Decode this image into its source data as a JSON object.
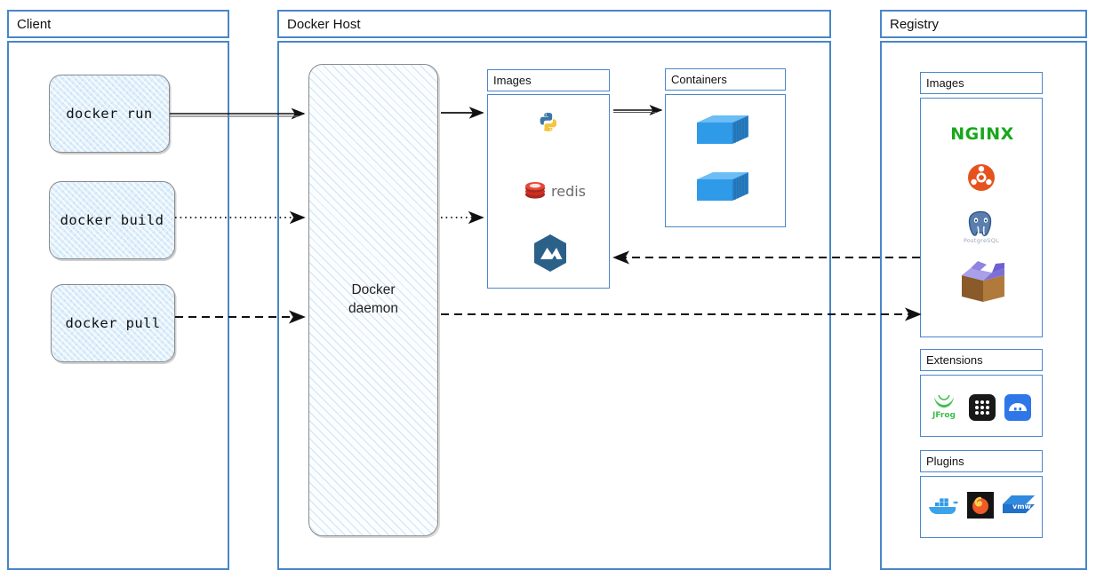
{
  "panels": {
    "client": {
      "title": "Client"
    },
    "docker_host": {
      "title": "Docker Host"
    },
    "registry": {
      "title": "Registry"
    }
  },
  "client": {
    "commands": [
      {
        "label": "docker run",
        "line_style": "solid"
      },
      {
        "label": "docker build",
        "line_style": "dotted"
      },
      {
        "label": "docker pull",
        "line_style": "dashed"
      }
    ]
  },
  "docker_host": {
    "daemon": {
      "line1": "Docker",
      "line2": "daemon"
    },
    "images": {
      "title": "Images",
      "items": [
        {
          "name": "python-icon",
          "label": ""
        },
        {
          "name": "redis-icon",
          "label": "redis"
        },
        {
          "name": "hexagon-mountain-icon",
          "label": ""
        }
      ]
    },
    "containers": {
      "title": "Containers",
      "items": [
        {
          "name": "shipping-container-icon"
        },
        {
          "name": "shipping-container-icon"
        }
      ]
    }
  },
  "registry": {
    "images": {
      "title": "Images",
      "items": [
        {
          "name": "nginx-icon",
          "label": "NGINX"
        },
        {
          "name": "ubuntu-icon",
          "label": ""
        },
        {
          "name": "postgresql-icon",
          "label": "PostgreSQL"
        },
        {
          "name": "cardboard-box-icon",
          "label": ""
        }
      ]
    },
    "extensions": {
      "title": "Extensions",
      "items": [
        {
          "name": "jfrog-icon",
          "label": "JFrog"
        },
        {
          "name": "grid-dots-icon",
          "label": ""
        },
        {
          "name": "blue-disk-icon",
          "label": ""
        }
      ]
    },
    "plugins": {
      "title": "Plugins",
      "items": [
        {
          "name": "docker-whale-icon",
          "label": ""
        },
        {
          "name": "grafana-icon",
          "label": ""
        },
        {
          "name": "vmware-icon",
          "label": "vmw"
        }
      ]
    }
  },
  "colors": {
    "panel_border": "#4a86c8",
    "box_fill": "#ddeefb",
    "box_border": "#8a8a8a",
    "arrow": "#111111",
    "nginx_green": "#17a81a",
    "ubuntu_orange": "#e5521d",
    "redis_red": "#d42b1f",
    "container_blue": "#2f9ae8",
    "hexagon_blue": "#2b6089"
  }
}
